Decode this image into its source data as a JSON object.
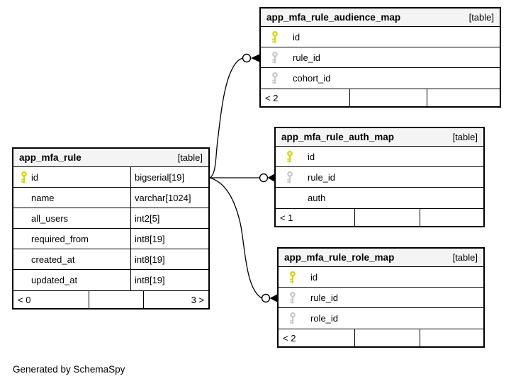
{
  "page": {
    "background_color": "#ffffff",
    "credit": "Generated by SchemaSpy"
  },
  "colors": {
    "background": "#ffffff",
    "header_bg": "#f4f4f4",
    "border": "#000000",
    "primary_key": "#d6d600",
    "foreign_key": "#c8c8c8"
  },
  "icons": {
    "primary_key": "yellow-key-icon",
    "foreign_key": "gray-key-icon",
    "relationship_end": "circle-and-arrowhead"
  },
  "tables": [
    {
      "name": "app_mfa_rule",
      "tag": "[table]",
      "columns": [
        {
          "name": "id",
          "type": "bigserial[19]",
          "key": "primary"
        },
        {
          "name": "name",
          "type": "varchar[1024]",
          "key": ""
        },
        {
          "name": "all_users",
          "type": "int2[5]",
          "key": ""
        },
        {
          "name": "required_from",
          "type": "int8[19]",
          "key": ""
        },
        {
          "name": "created_at",
          "type": "int8[19]",
          "key": ""
        },
        {
          "name": "updated_at",
          "type": "int8[19]",
          "key": ""
        }
      ],
      "footer": {
        "left": "< 0",
        "center": "",
        "right": "3 >"
      }
    },
    {
      "name": "app_mfa_rule_audience_map",
      "tag": "[table]",
      "columns": [
        {
          "name": "id",
          "key": "primary"
        },
        {
          "name": "rule_id",
          "key": "foreign"
        },
        {
          "name": "cohort_id",
          "key": "foreign"
        }
      ],
      "footer": {
        "left": "< 2",
        "center": "",
        "right": ""
      }
    },
    {
      "name": "app_mfa_rule_auth_map",
      "tag": "[table]",
      "columns": [
        {
          "name": "id",
          "key": "primary"
        },
        {
          "name": "rule_id",
          "key": "foreign"
        },
        {
          "name": "auth",
          "key": ""
        }
      ],
      "footer": {
        "left": "< 1",
        "center": "",
        "right": ""
      }
    },
    {
      "name": "app_mfa_rule_role_map",
      "tag": "[table]",
      "columns": [
        {
          "name": "id",
          "key": "primary"
        },
        {
          "name": "rule_id",
          "key": "foreign"
        },
        {
          "name": "role_id",
          "key": "foreign"
        }
      ],
      "footer": {
        "left": "< 2",
        "center": "",
        "right": ""
      }
    }
  ],
  "relationships": [
    {
      "from": "app_mfa_rule.id",
      "to": "app_mfa_rule_audience_map.rule_id"
    },
    {
      "from": "app_mfa_rule.id",
      "to": "app_mfa_rule_auth_map.rule_id"
    },
    {
      "from": "app_mfa_rule.id",
      "to": "app_mfa_rule_role_map.rule_id"
    }
  ]
}
